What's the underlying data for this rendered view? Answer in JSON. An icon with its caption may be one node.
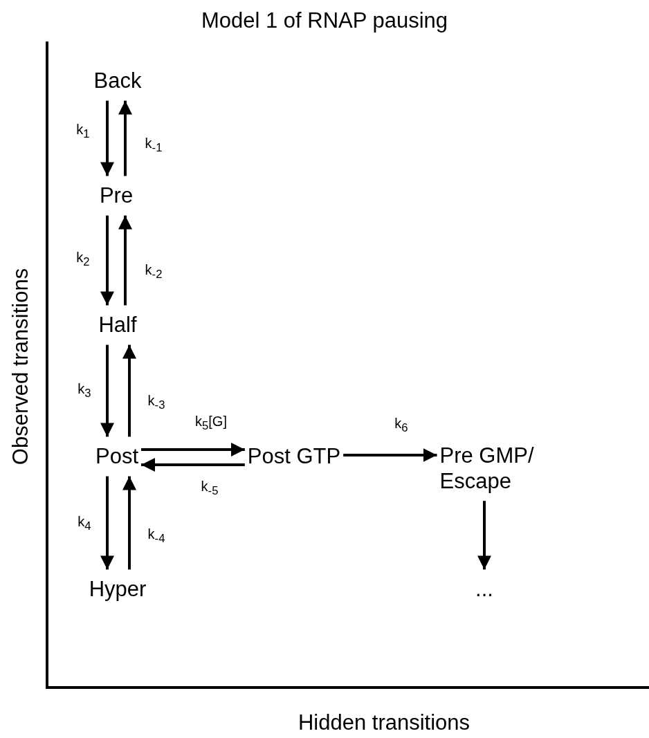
{
  "diagram": {
    "title": "Model 1 of RNAP pausing",
    "nodes": [
      {
        "text": [
          "Back"
        ]
      },
      {
        "text": [
          "Pre"
        ]
      },
      {
        "text": [
          "Half"
        ]
      },
      {
        "text": [
          "Post"
        ]
      },
      {
        "text": [
          "Hyper"
        ]
      },
      {
        "text": [
          "Post GTP"
        ]
      },
      {
        "text": [
          "Pre GMP/ Escape"
        ]
      },
      {
        "text": [
          "..."
        ]
      }
    ],
    "edges": [
      {
        "from": 0,
        "to": 1,
        "arrow": "to",
        "label": "k$_{1}$"
      },
      {
        "from": 1,
        "to": 0,
        "arrow": "to",
        "label": "k$_{-1}$"
      },
      {
        "from": 1,
        "to": 2,
        "arrow": "to",
        "label": "k$_{2}$"
      },
      {
        "from": 2,
        "to": 1,
        "arrow": "to",
        "label": "k$_{-2}$"
      },
      {
        "from": 2,
        "to": 3,
        "arrow": "to",
        "label": "k$_{3}$"
      },
      {
        "from": 3,
        "to": 2,
        "arrow": "to",
        "label": "k$_{-3}$"
      },
      {
        "from": 3,
        "to": 5,
        "arrow": "to",
        "label": "k$_{5}$[G]"
      },
      {
        "from": 5,
        "to": 3,
        "arrow": "to",
        "label": "k$_{-5}$"
      },
      {
        "from": 3,
        "to": 4,
        "arrow": "to",
        "label": "k$_{4}$"
      },
      {
        "from": 4,
        "to": 3,
        "arrow": "to",
        "label": "k$_{-4}$"
      },
      {
        "from": 5,
        "to": 6,
        "arrow": "to",
        "label": "k$_{6}$"
      },
      {
        "from": 6,
        "to": 7,
        "arrow": "to"
      }
    ],
    "labels": [
      "Observed transitions",
      "Hidden transitions"
    ]
  }
}
